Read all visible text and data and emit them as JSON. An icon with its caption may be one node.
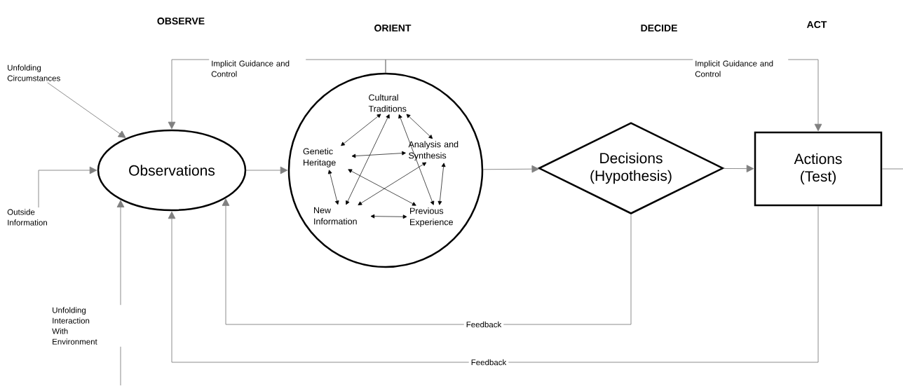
{
  "diagram": {
    "nodes": [
      {
        "text": [
          "Observations"
        ]
      },
      {
        "text": [],
        "shape": "circle"
      },
      {
        "text": [
          "Decisions (Hypothesis)"
        ]
      },
      {
        "text": [
          "Actions (Test)"
        ]
      },
      {
        "text": [
          "Unfolding Circumstances"
        ]
      },
      {
        "text": [
          "Outside Information"
        ]
      },
      {
        "text": [
          "Cultural Traditions"
        ],
        "in": 1
      },
      {
        "text": [
          "Genetic Heritage"
        ],
        "in": 1
      },
      {
        "text": [
          "Analysis and Synthesis"
        ],
        "in": 1
      },
      {
        "text": [
          "New Information"
        ],
        "in": 1
      },
      {
        "text": [
          "Previous Experience"
        ],
        "in": 1
      }
    ],
    "edges": [
      {
        "from": 4,
        "to": 0,
        "arrow": "to"
      },
      {
        "from": 5,
        "to": 0,
        "arrow": "to"
      },
      {
        "from": null,
        "to": 0,
        "arrow": "to",
        "label": "Unfolding Interaction With Environment"
      },
      {
        "from": 2,
        "to": 0,
        "arrow": "to",
        "label": "Feedback"
      },
      {
        "from": 3,
        "to": 0,
        "arrow": "to",
        "label": "Feedback"
      },
      {
        "from": 1,
        "to": 0,
        "arrow": "to",
        "label": "Implicit Guidance and Control"
      },
      {
        "from": 1,
        "to": 3,
        "arrow": "to",
        "label": "Implicit Guidance and Control"
      },
      {
        "from": 0,
        "to": 1,
        "arrow": "to"
      },
      {
        "from": 1,
        "to": 2,
        "arrow": "to"
      },
      {
        "from": 2,
        "to": 3,
        "arrow": "to"
      },
      {
        "from": 3,
        "to": null,
        "arrow": "none"
      },
      {
        "from": 6,
        "to": 7,
        "arrow": "both",
        "color": "#000000"
      },
      {
        "from": 6,
        "to": 8,
        "arrow": "both",
        "color": "#000000"
      },
      {
        "from": 7,
        "to": 8,
        "arrow": "both",
        "color": "#000000"
      },
      {
        "from": 9,
        "to": 6,
        "arrow": "both",
        "color": "#000000"
      },
      {
        "from": 6,
        "to": 10,
        "arrow": "both",
        "color": "#000000"
      },
      {
        "from": 7,
        "to": 10,
        "arrow": "both",
        "color": "#000000"
      },
      {
        "from": 9,
        "to": 8,
        "arrow": "both",
        "color": "#000000"
      },
      {
        "from": 8,
        "to": 10,
        "arrow": "both",
        "color": "#000000"
      },
      {
        "from": 7,
        "to": 9,
        "arrow": "both",
        "color": "#000000"
      },
      {
        "from": 9,
        "to": 10,
        "arrow": "both",
        "color": "#000000"
      }
    ],
    "labels": [
      "OBSERVE",
      "ORIENT",
      "DECIDE",
      "ACT"
    ]
  }
}
